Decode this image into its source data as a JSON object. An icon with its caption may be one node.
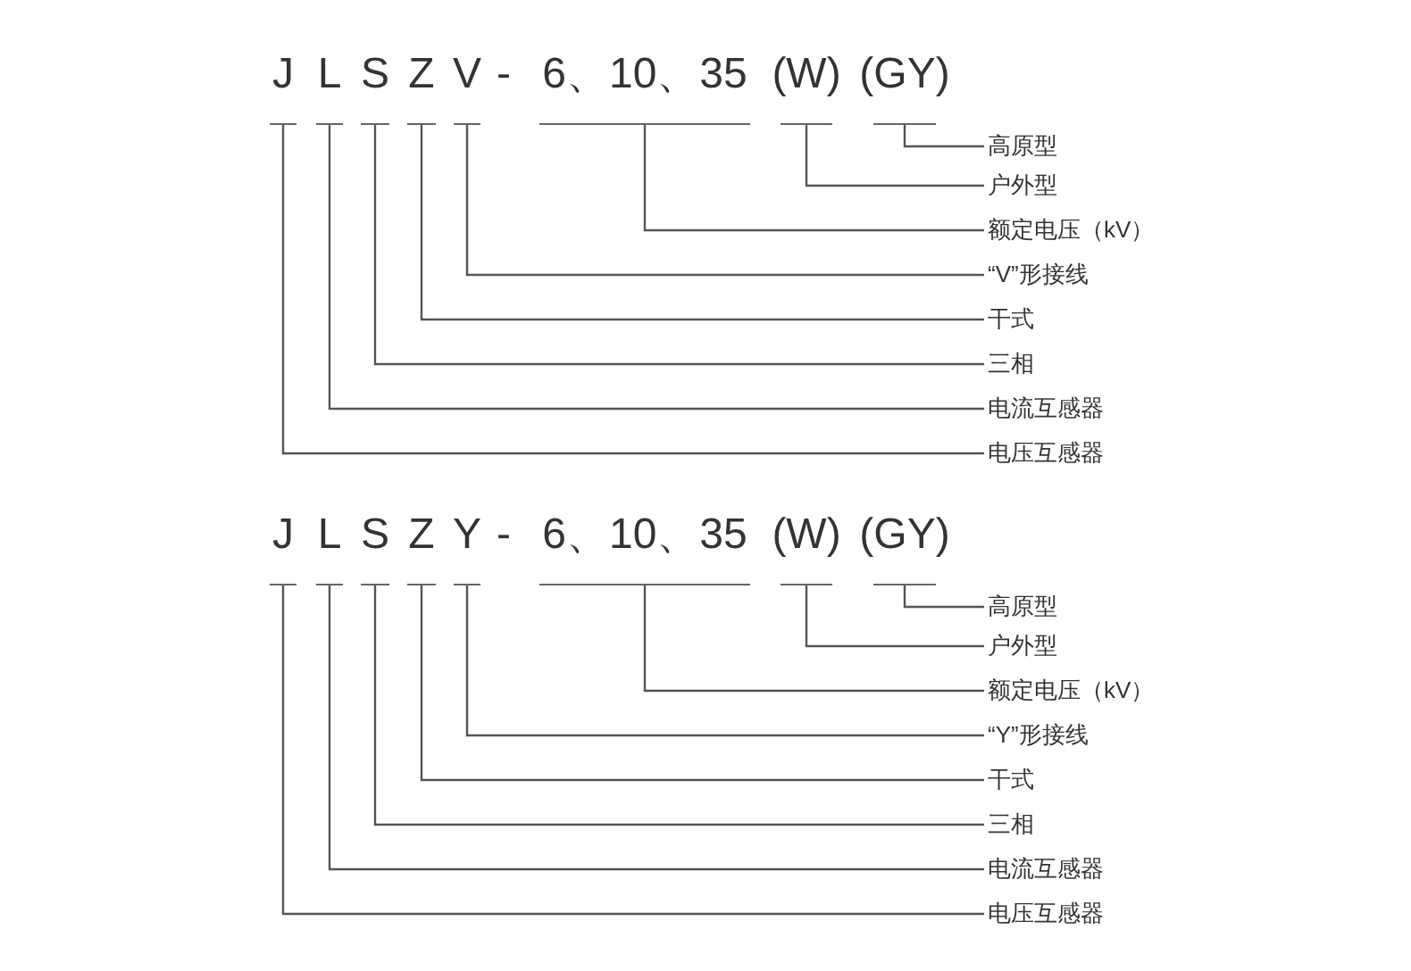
{
  "diagram": {
    "nodes": [
      {
        "text": [
          "J"
        ]
      },
      {
        "text": [
          "L"
        ]
      },
      {
        "text": [
          "S"
        ]
      },
      {
        "text": [
          "Z"
        ]
      },
      {
        "text": [
          "V"
        ]
      },
      {
        "text": [
          "6、10、35"
        ]
      },
      {
        "text": [
          "(W)"
        ]
      },
      {
        "text": [
          "(GY)"
        ]
      },
      {
        "text": [
          "高原型"
        ]
      },
      {
        "text": [
          "户外型"
        ]
      },
      {
        "text": [
          "额定电压（kV）"
        ]
      },
      {
        "text": [
          "“V”形接线"
        ]
      },
      {
        "text": [
          "干式"
        ]
      },
      {
        "text": [
          "三相"
        ]
      },
      {
        "text": [
          "电流互感器"
        ]
      },
      {
        "text": [
          "电压互感器"
        ]
      },
      {
        "text": [
          "J"
        ]
      },
      {
        "text": [
          "L"
        ]
      },
      {
        "text": [
          "S"
        ]
      },
      {
        "text": [
          "Z"
        ]
      },
      {
        "text": [
          "Y"
        ]
      },
      {
        "text": [
          "6、10、35"
        ]
      },
      {
        "text": [
          "(W)"
        ]
      },
      {
        "text": [
          "(GY)"
        ]
      },
      {
        "text": [
          "高原型"
        ]
      },
      {
        "text": [
          "户外型"
        ]
      },
      {
        "text": [
          "额定电压（kV）"
        ]
      },
      {
        "text": [
          "“Y”形接线"
        ]
      },
      {
        "text": [
          "干式"
        ]
      },
      {
        "text": [
          "三相"
        ]
      },
      {
        "text": [
          "电流互感器"
        ]
      },
      {
        "text": [
          "电压互感器"
        ]
      }
    ],
    "edges": [
      {
        "from": 0,
        "to": 15,
        "arrow": "none"
      },
      {
        "from": 1,
        "to": 14,
        "arrow": "none"
      },
      {
        "from": 2,
        "to": 13,
        "arrow": "none"
      },
      {
        "from": 3,
        "to": 12,
        "arrow": "none"
      },
      {
        "from": 4,
        "to": 11,
        "arrow": "none"
      },
      {
        "from": 5,
        "to": 10,
        "arrow": "none"
      },
      {
        "from": 6,
        "to": 9,
        "arrow": "none"
      },
      {
        "from": 7,
        "to": 8,
        "arrow": "none"
      },
      {
        "from": 16,
        "to": 31,
        "arrow": "none"
      },
      {
        "from": 17,
        "to": 30,
        "arrow": "none"
      },
      {
        "from": 18,
        "to": 29,
        "arrow": "none"
      },
      {
        "from": 19,
        "to": 28,
        "arrow": "none"
      },
      {
        "from": 20,
        "to": 27,
        "arrow": "none"
      },
      {
        "from": 21,
        "to": 26,
        "arrow": "none"
      },
      {
        "from": 22,
        "to": 25,
        "arrow": "none"
      },
      {
        "from": 23,
        "to": 24,
        "arrow": "none"
      }
    ],
    "labels": [
      "-",
      "-"
    ]
  }
}
